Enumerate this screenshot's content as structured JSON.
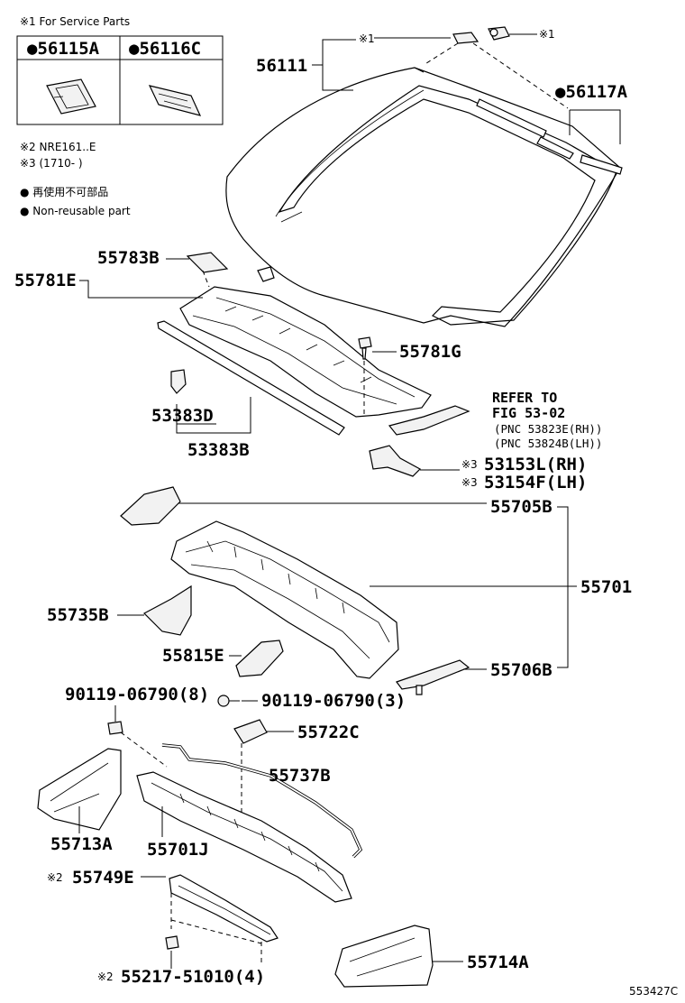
{
  "service_parts_note": "※1 For Service Parts",
  "service_table": {
    "left_label": "●56115A",
    "right_label": "●56116C"
  },
  "notes": {
    "note2": "※2 NRE161..E",
    "note3": "※3 (1710-       )",
    "legend_jp": "● 再使用不可部品",
    "legend_en": "● Non-reusable part"
  },
  "callouts": {
    "c56111": "56111",
    "mark1a": "※1",
    "mark1b": "※1",
    "c56117A": "●56117A",
    "c55783B": "55783B",
    "c55781E": "55781E",
    "c55781G": "55781G",
    "c53383D": "53383D",
    "c53383B": "53383B",
    "refer1": "REFER TO",
    "refer2": "FIG 53-02",
    "refer3": "(PNC 53823E(RH))",
    "refer4": "(PNC 53824B(LH))",
    "mark3a": "※3",
    "c53153L": "53153L(RH)",
    "mark3b": "※3",
    "c53154F": "53154F(LH)",
    "c55705B": "55705B",
    "c55701": "55701",
    "c55735B": "55735B",
    "c55815E": "55815E",
    "c55706B": "55706B",
    "c90119a": "90119-06790(8)",
    "c90119b": "90119-06790(3)",
    "c55722C": "55722C",
    "c55737B": "55737B",
    "c55713A": "55713A",
    "c55701J": "55701J",
    "mark2a": "※2",
    "c55749E": "55749E",
    "mark2b": "※2",
    "c55217": "55217-51010(4)",
    "c55714A": "55714A"
  },
  "figure_id": "553427C"
}
